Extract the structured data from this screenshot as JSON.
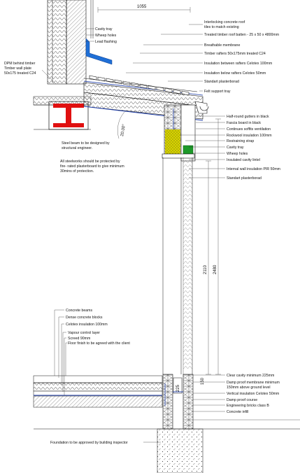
{
  "colors": {
    "steel_red": "#e01010",
    "membrane_blue": "#1a3aa8",
    "flashing_blue": "#1f6fd6",
    "insulation_green": "#1e9a2a",
    "rockwool_yellow": "#d8d400",
    "line": "#111111"
  },
  "dimensions": {
    "top_width": "1055",
    "roof_angle": "20.00°",
    "wall_height_inner": "2110",
    "wall_height_outer": "2480",
    "base_225": "225",
    "base_150": "150"
  },
  "labels_top": [
    "Cavity tray",
    "Wheep holes",
    "Lead flashing"
  ],
  "labels_left": [
    "DPM behind timber",
    "Timber wall plate",
    "50x175 treated C24"
  ],
  "labels_roof": [
    "Interlocking concrete roof",
    "tiles to match existing",
    "Treated timber roof batten - 25 x 50 x 4800mm",
    "Breathable membrane",
    "Timber rafters 50x175mm treated C24",
    "Insulation between rafters Celotex 100mm",
    "Insulation below rafters Celotex 50mm",
    "Standart plasterborad",
    "Felt support tray"
  ],
  "labels_eaves": [
    "Half-round gutters in black",
    "Fascia board in black",
    "Continues soffits ventilation",
    "Rockwool insulation 100mm",
    "Restraining strap",
    "Cavity tray",
    "Wheep holes",
    "Insulated cavity lintel",
    "Internal wall insulation PIR 50mm",
    "Standart plasterborad"
  ],
  "notes": {
    "steel_beam": [
      "Steel beam to be designed by",
      "structural engineer."
    ],
    "steel_protection": [
      "All steelworks should be protected by",
      "fire- rated plasterboard to give minimum",
      "30mins of protection."
    ]
  },
  "labels_floor": [
    "Concrete beams",
    "Dense concrete blocks",
    "Celotex insulation 100mm",
    "Vapour control layer",
    "Screed 90mm",
    "Floor finish to be agreed with the client"
  ],
  "labels_base": [
    "Clear cavity minimum 225mm",
    "Damp proof membrane minimum",
    "150mm above ground level",
    "Vertical insulation Celotex 50mm",
    "Damp proof course",
    "Engineering bricks class B",
    "Concrete infill"
  ],
  "foundation_note": "Foundation to be approved by building inspector"
}
